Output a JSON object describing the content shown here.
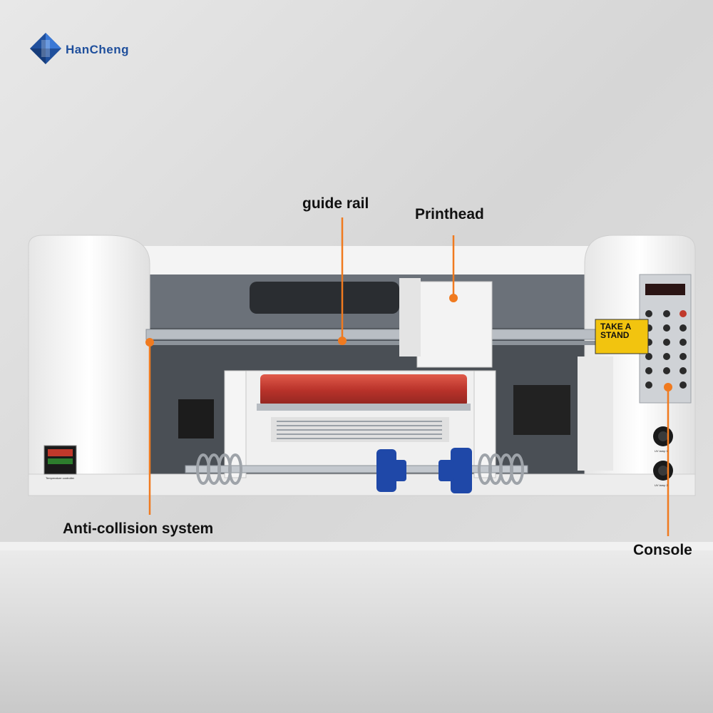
{
  "brand": {
    "name": "HanCheng",
    "color": "#1f4f9c"
  },
  "callouts": {
    "guide_rail": "guide rail",
    "printhead": "Printhead",
    "anti_collision": "Anti-collision system",
    "console": "Console"
  },
  "colors": {
    "callout_line": "#f07a1f",
    "callout_dot": "#f07a1f",
    "roller": "#c0392b",
    "spindle": "#1f48a8",
    "body": "#f2f2f2"
  },
  "sticker": {
    "text": "TAKE A\nSTAND"
  },
  "panel_labels": {
    "temperature": "Temperature controller",
    "uv1": "UV lamp 1",
    "uv2": "UV lamp 2"
  }
}
